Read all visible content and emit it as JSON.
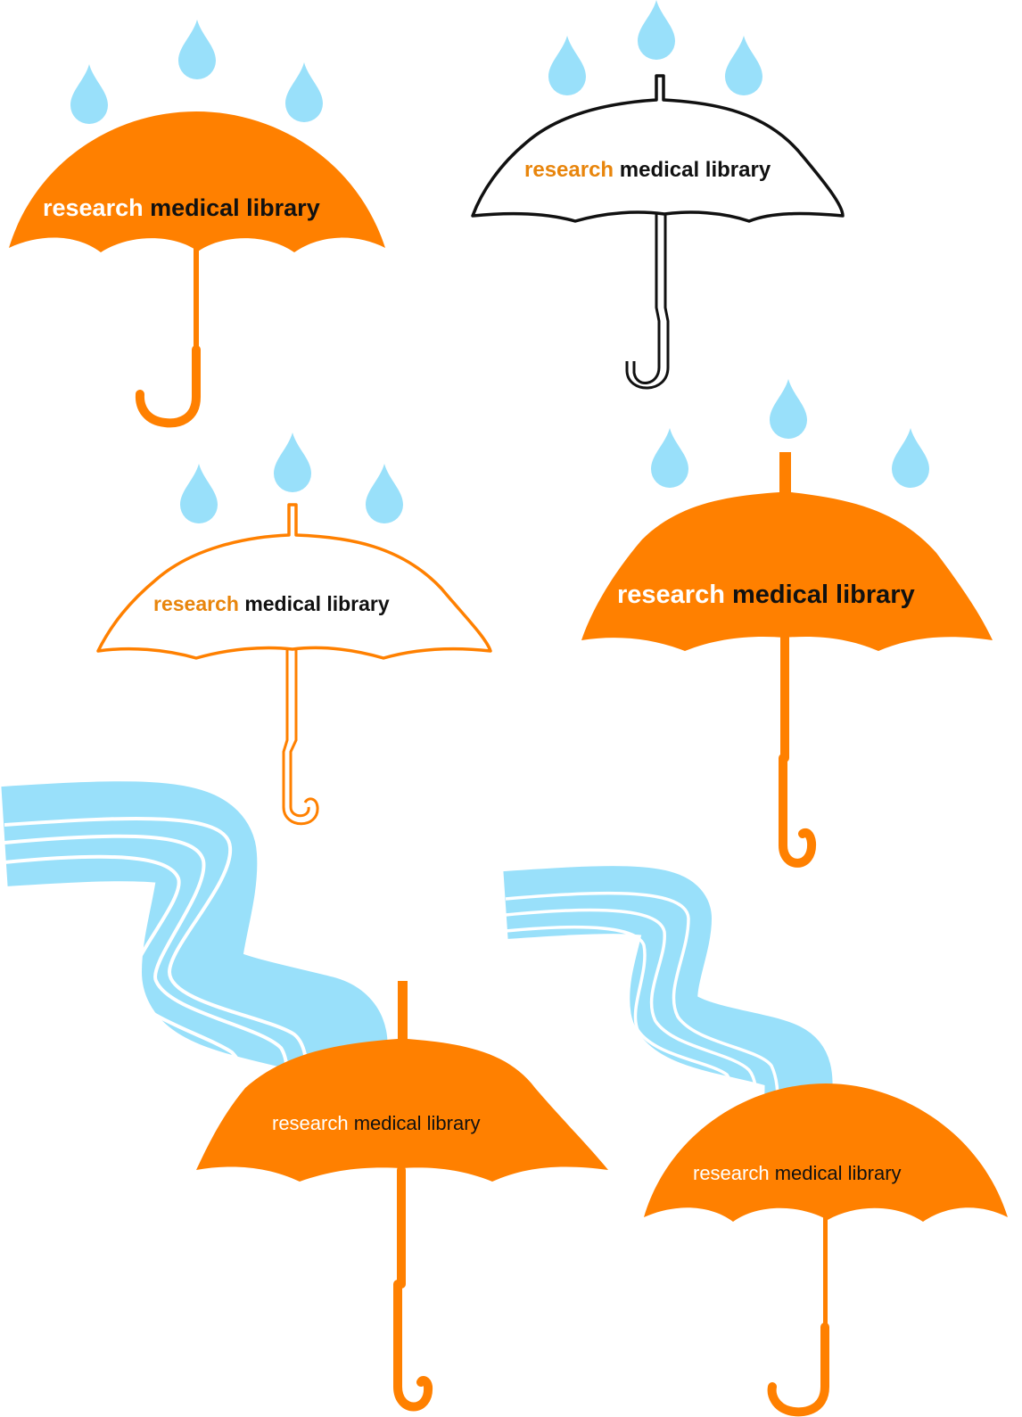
{
  "colors": {
    "orange": "#FF8000",
    "blue": "#99E0FA",
    "black": "#111111",
    "orange_text": "#E8850C"
  },
  "logos": [
    {
      "variant": "filled-scalloped-rain",
      "word1": "research",
      "word2": "medical library"
    },
    {
      "variant": "black-outline-rain",
      "word1": "research",
      "word2": "medical library"
    },
    {
      "variant": "orange-outline-rain",
      "word1": "research",
      "word2": "medical library"
    },
    {
      "variant": "filled-rain",
      "word1": "research",
      "word2": "medical library"
    },
    {
      "variant": "filled-stream",
      "word1": "research",
      "word2": "medical library"
    },
    {
      "variant": "filled-scalloped-stream",
      "word1": "research",
      "word2": "medical library"
    }
  ]
}
